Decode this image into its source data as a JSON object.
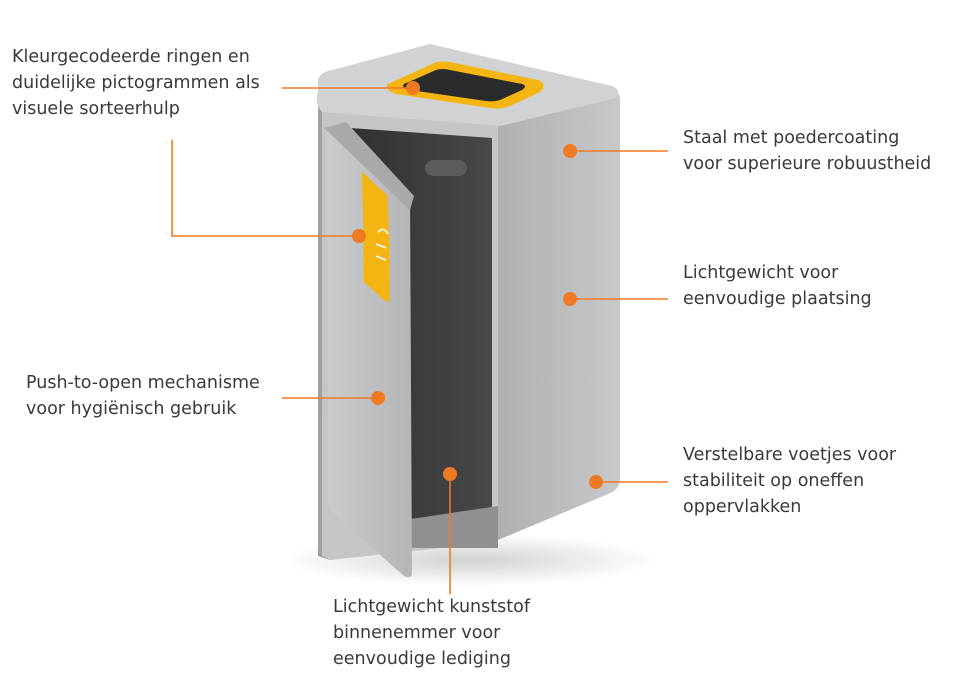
{
  "colors": {
    "accent": "#f07a24",
    "ring": "#f4b512",
    "body_gray": "#b9bbbd",
    "inner_dark": "#3b3d3f",
    "text": "#3a3a3a"
  },
  "callouts": {
    "color_rings": "Kleurgecodeerde ringen en\nduidelijke pictogrammen als\nvisuele sorteerhulp",
    "steel": "Staal met poedercoating\nvoor superieure robuustheid",
    "lightweight": "Lichtgewicht voor\neenvoudige plaatsing",
    "push_open": "Push-to-open mechanisme\nvoor hygiënisch gebruik",
    "feet": "Verstelbare voetjes voor\nstabiliteit op oneffen\noppervlakken",
    "inner_bucket": "Lichtgewicht kunststof\nbinnenemmer voor\neenvoudige lediging"
  },
  "icons": [
    "recycle-pictogram-icon"
  ]
}
